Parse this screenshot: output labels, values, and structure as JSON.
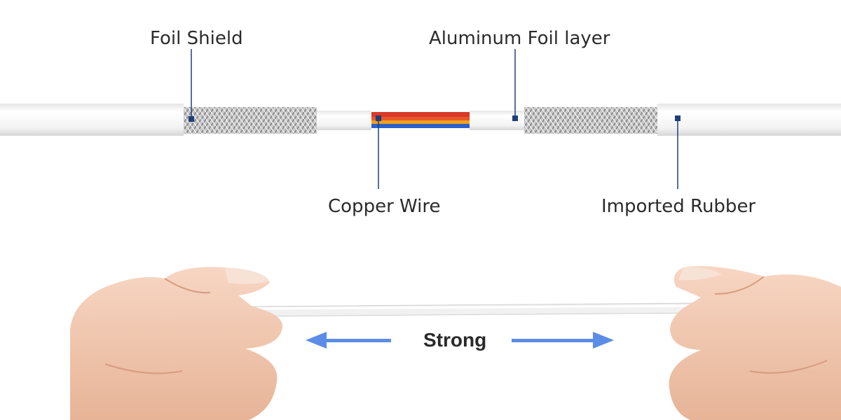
{
  "labels": {
    "foil_shield": "Foil Shield",
    "aluminum_foil_layer": "Aluminum Foil layer",
    "copper_wire": "Copper Wire",
    "imported_rubber": "Imported Rubber"
  },
  "strength_label": "Strong",
  "colors": {
    "callout": "#1f3f7a",
    "arrow": "#5b8de6",
    "wire_red": "#d83a2a",
    "wire_orange": "#f0a020",
    "wire_blue": "#2c5fc8",
    "jacket": "#f4f4f4",
    "skin": "#f2c9b1"
  }
}
